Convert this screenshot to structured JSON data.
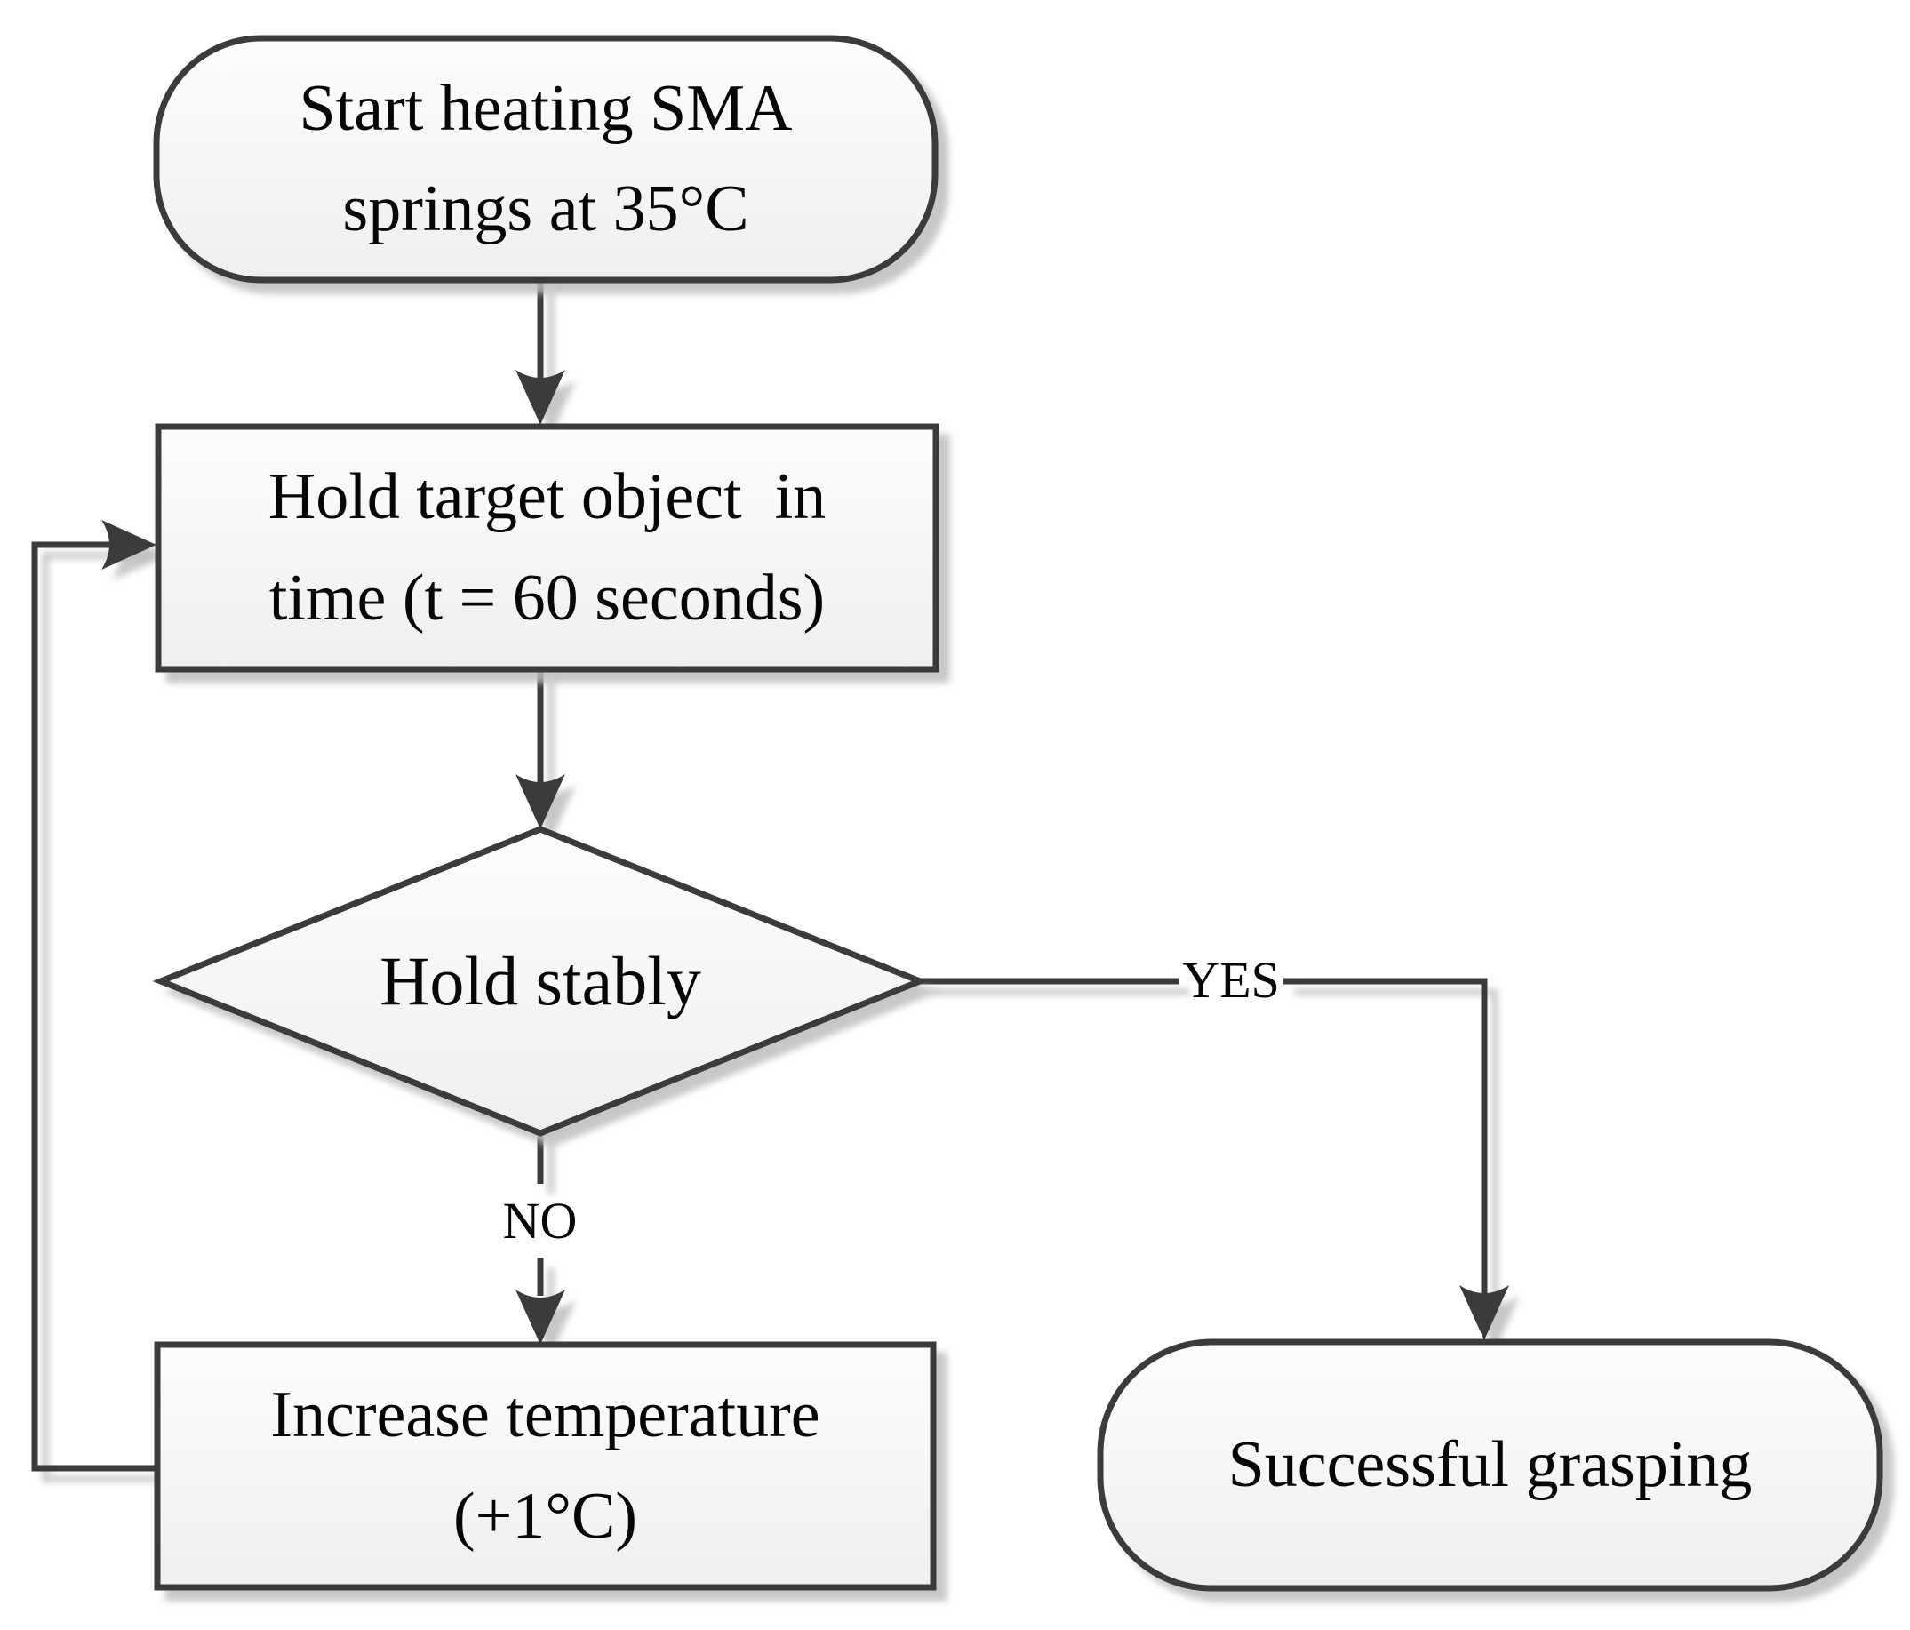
{
  "flowchart": {
    "nodes": {
      "start": {
        "shape": "stadium",
        "lines": [
          "Start heating SMA",
          "springs at 35°C"
        ]
      },
      "hold_object": {
        "shape": "process",
        "lines": [
          "Hold target object  in",
          "time (t = 60 seconds)"
        ]
      },
      "hold_stably": {
        "shape": "decision",
        "label": "Hold stably"
      },
      "increase_temp": {
        "shape": "process",
        "lines": [
          "Increase temperature",
          "(+1°C)"
        ]
      },
      "success": {
        "shape": "stadium",
        "label": "Successful grasping"
      }
    },
    "edge_labels": {
      "yes": "YES",
      "no": "NO"
    },
    "colors": {
      "stroke": "#3b3b3d",
      "node_fill_top": "#fdfdfd",
      "node_fill_bottom": "#efeff0",
      "text": "#060606",
      "background": "#ffffff"
    }
  }
}
